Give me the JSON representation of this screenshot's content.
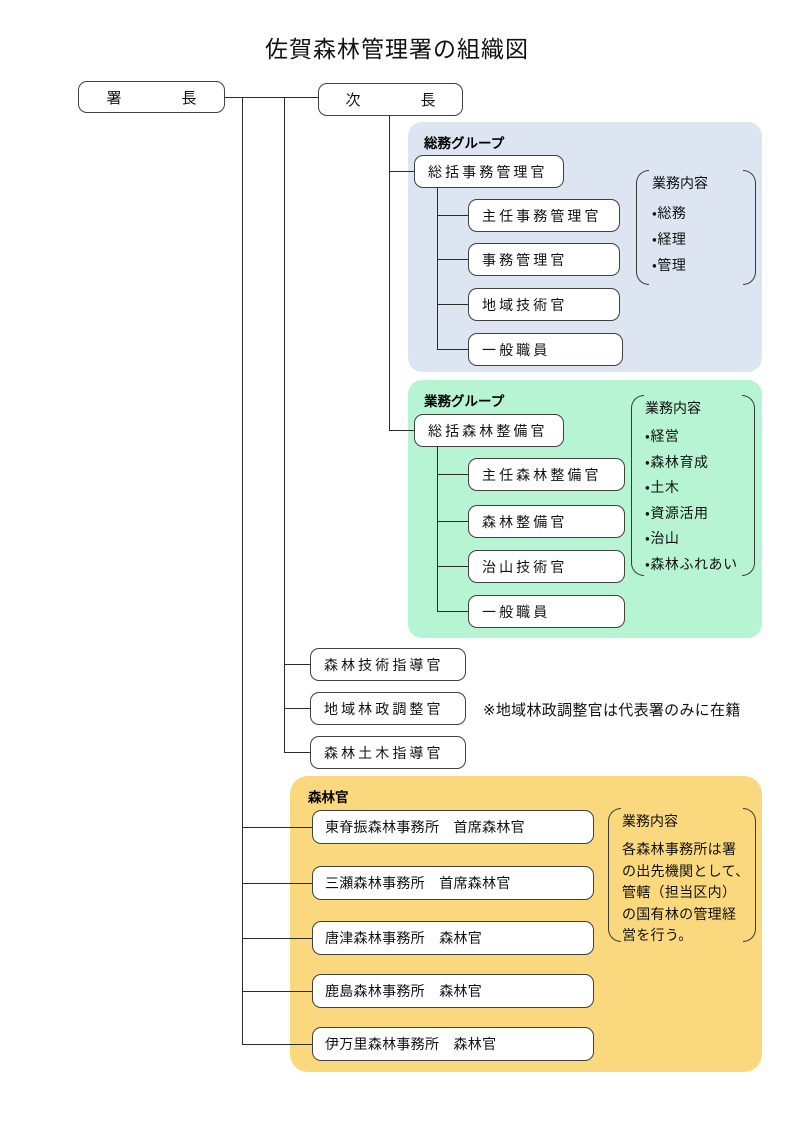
{
  "title": "佐賀森林管理署の組織図",
  "top_nodes": {
    "chief": "署　　　　長",
    "deputy": "次　　　　長"
  },
  "groups": {
    "general_affairs": {
      "label": "総務グループ",
      "head": "総括事務管理官",
      "members": [
        "主任事務管理官",
        "事務管理官",
        "地域技術官",
        "一般職員"
      ],
      "duties_title": "業務内容",
      "duties": [
        "・総務",
        "・経理",
        "・管理"
      ],
      "bg_color": "#dde4f2"
    },
    "operations": {
      "label": "業務グループ",
      "head": "総括森林整備官",
      "members": [
        "主任森林整備官",
        "森林整備官",
        "治山技術官",
        "一般職員"
      ],
      "duties_title": "業務内容",
      "duties": [
        "・経営",
        "・森林育成",
        "・土木",
        "・資源活用",
        "・治山",
        "・森林ふれあい"
      ],
      "bg_color": "#b6f4d3"
    },
    "forest_officers": {
      "label": "森林官",
      "offices": [
        "東脊振森林事務所　首席森林官",
        "三瀬森林事務所　首席森林官",
        "唐津森林事務所　森林官",
        "鹿島森林事務所　森林官",
        "伊万里森林事務所　森林官"
      ],
      "duties_title": "業務内容",
      "duties_text": "各森林事務所は署の出先機関として、管轄（担当区内）の国有林の管理経営を行う。",
      "bg_color": "#fad87d"
    }
  },
  "staff_positions": [
    "森林技術指導官",
    "地域林政調整官",
    "森林土木指導官"
  ],
  "note": "※地域林政調整官は代表署のみに在籍",
  "colors": {
    "line": "#2b2b2b",
    "box_border": "#404040",
    "box_bg": "#ffffff"
  }
}
